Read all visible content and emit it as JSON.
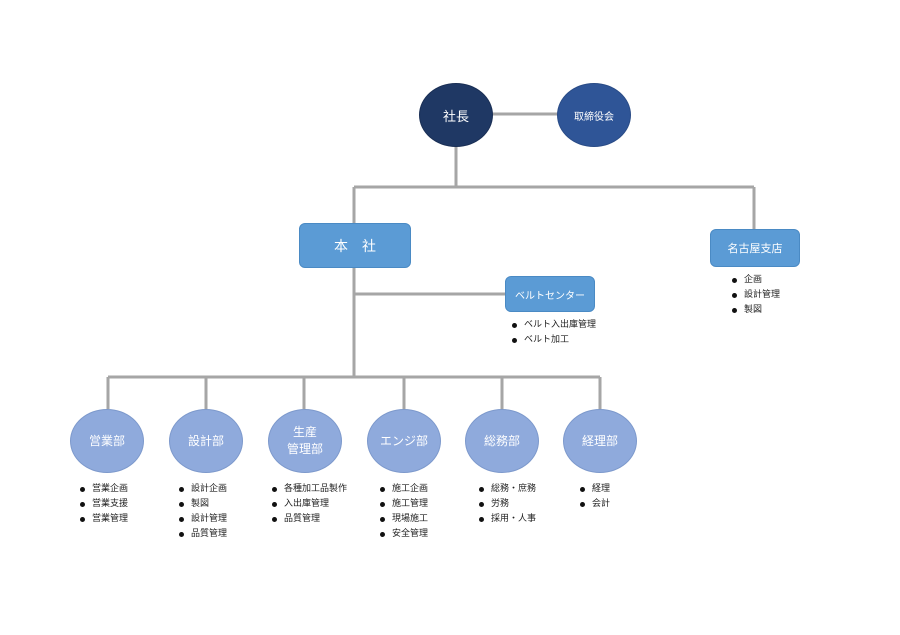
{
  "top": {
    "ceo": "社長",
    "board": "取締役会"
  },
  "head_office": {
    "label": "本　社"
  },
  "nagoya": {
    "label": "名古屋支店",
    "duties": [
      "企画",
      "設計管理",
      "製図"
    ]
  },
  "belt_center": {
    "label": "ベルトセンター",
    "duties": [
      "ベルト入出庫管理",
      "ベルト加工"
    ]
  },
  "departments": [
    {
      "line1": "営業部",
      "line2": "",
      "duties": [
        "営業企画",
        "営業支援",
        "営業管理"
      ]
    },
    {
      "line1": "設計部",
      "line2": "",
      "duties": [
        "設計企画",
        "製図",
        "設計管理",
        "品質管理"
      ]
    },
    {
      "line1": "生産",
      "line2": "管理部",
      "duties": [
        "各種加工品製作",
        "入出庫管理",
        "品質管理"
      ]
    },
    {
      "line1": "エンジ部",
      "line2": "",
      "duties": [
        "施工企画",
        "施工管理",
        "現場施工",
        "安全管理"
      ]
    },
    {
      "line1": "総務部",
      "line2": "",
      "duties": [
        "総務・庶務",
        "労務",
        "採用・人事"
      ]
    },
    {
      "line1": "経理部",
      "line2": "",
      "duties": [
        "経理",
        "会計"
      ]
    }
  ],
  "colors": {
    "connector": "#a6a6a6",
    "ceo_fill": "#1f3864",
    "board_fill": "#2f5597",
    "office_fill": "#5b9bd5",
    "dept_fill": "#8faadc"
  }
}
